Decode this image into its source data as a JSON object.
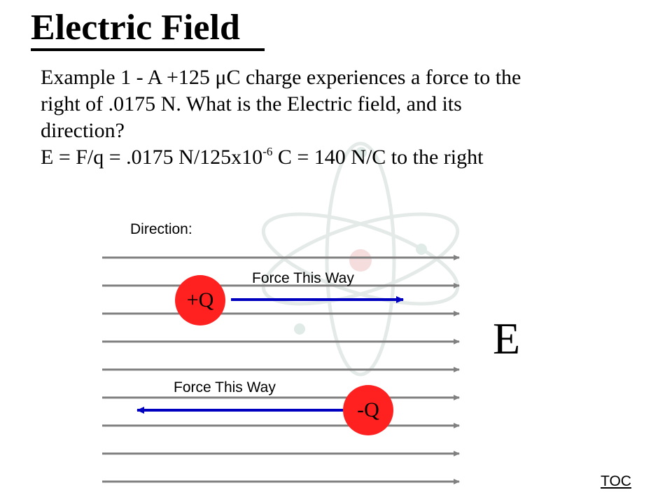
{
  "title": "Electric Field",
  "example": {
    "line1": "Example 1 - A +125 μC charge experiences a force to the",
    "line2": "right of .0175 N.  What is the Electric field, and its",
    "line3": "direction?",
    "equation_pre": "E = F/q = .0175 N/125x10",
    "equation_exp": "-6",
    "equation_post": " C = 140 N/C to the right"
  },
  "diagram": {
    "direction_label": "Direction:",
    "positive_charge_label": "+Q",
    "negative_charge_label": "-Q",
    "positive_force_label": "Force This Way",
    "negative_force_label": "Force This Way",
    "field_label": "E",
    "field_line_count": 9,
    "colors": {
      "field_lines": "#808080",
      "charge": "#ff2020",
      "force_arrow": "#0000c0"
    }
  },
  "nav": {
    "toc_label": "TOC"
  }
}
